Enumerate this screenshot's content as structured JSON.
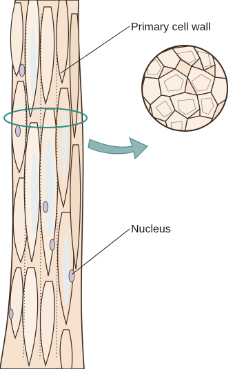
{
  "labels": {
    "primary_cell_wall": "Primary cell wall",
    "nucleus": "Nucleus"
  },
  "colors": {
    "cell_fill": "#f7e6d6",
    "cell_fill_dark": "#efd4bc",
    "cell_outline": "#3a2a1e",
    "vacuole": "#dfe9ec",
    "nucleus": "#c9c3d6",
    "ring": "#2b8c86",
    "arrow": "#8fb6b7",
    "arrow_edge": "#4f8c8c"
  },
  "icons": {
    "cross_section": "cross-section-circle",
    "arrow": "curved-arrow"
  }
}
